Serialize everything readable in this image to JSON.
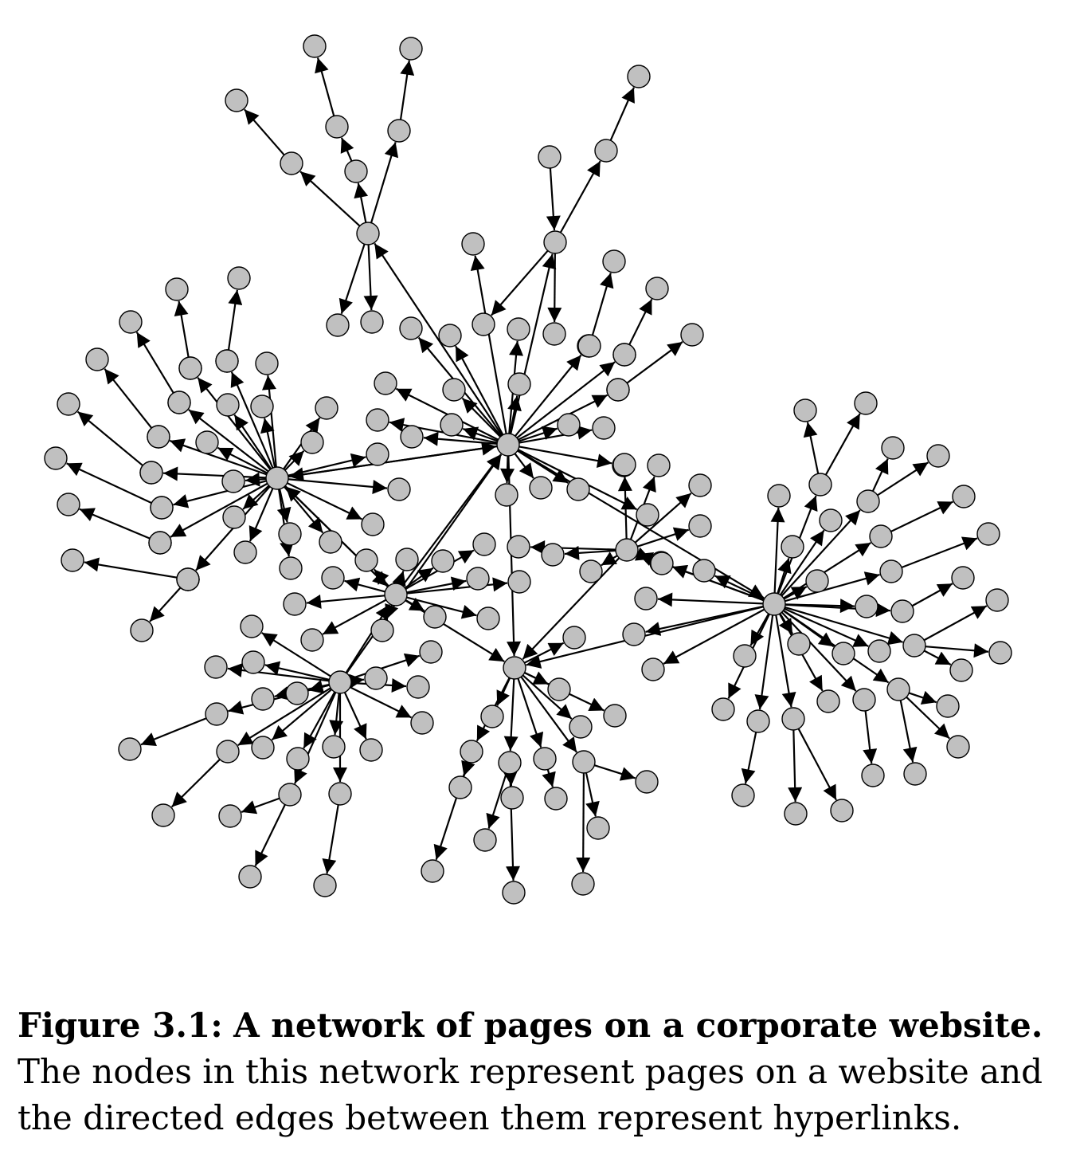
{
  "caption": {
    "label": "Figure 3.1:",
    "title": "A network of pages on a corporate website.",
    "text": "The nodes in this network represent pages on a website and the directed edges between them represent hyperlinks."
  },
  "style": {
    "node_fill": "#c0c0c0",
    "node_stroke": "#000000",
    "edge_color": "#000000"
  }
}
